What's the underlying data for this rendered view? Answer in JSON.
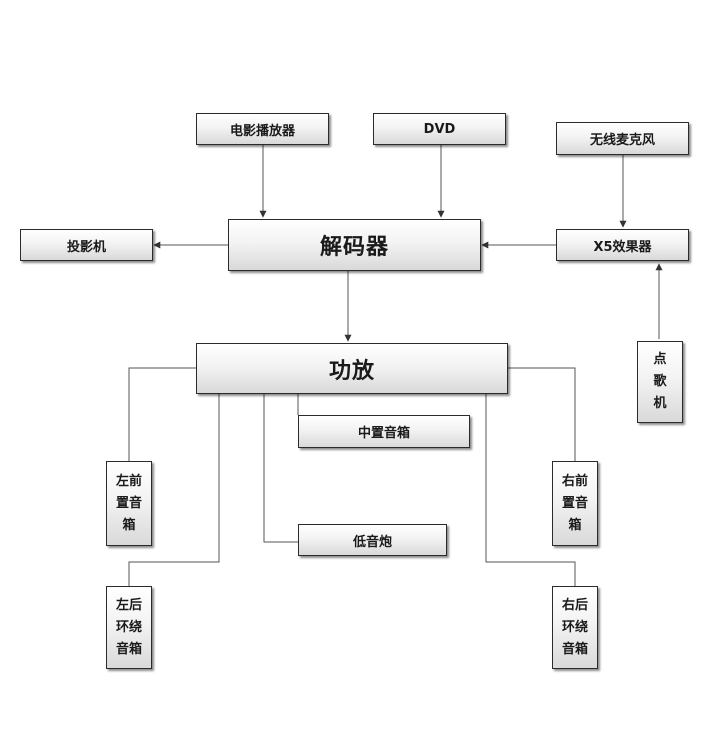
{
  "nodes": {
    "movie_player": "电影播放器",
    "dvd": "DVD",
    "wireless_mic": "无线麦克风",
    "projector": "投影机",
    "decoder": "解码器",
    "x5_effects": "X5效果器",
    "karaoke_line1": "点",
    "karaoke_line2": "歌",
    "karaoke_line3": "机",
    "amplifier": "功放",
    "center_speaker": "中置音箱",
    "subwoofer": "低音炮",
    "front_left_line1": "左前",
    "front_left_line2": "置音",
    "front_left_line3": "箱",
    "front_right_line1": "右前",
    "front_right_line2": "置音",
    "front_right_line3": "箱",
    "rear_left_line1": "左后",
    "rear_left_line2": "环绕",
    "rear_left_line3": "音箱",
    "rear_right_line1": "右后",
    "rear_right_line2": "环绕",
    "rear_right_line3": "音箱"
  },
  "colors": {
    "line": "#555555",
    "border": "#2b2b2b",
    "text": "#1a1a1a"
  }
}
